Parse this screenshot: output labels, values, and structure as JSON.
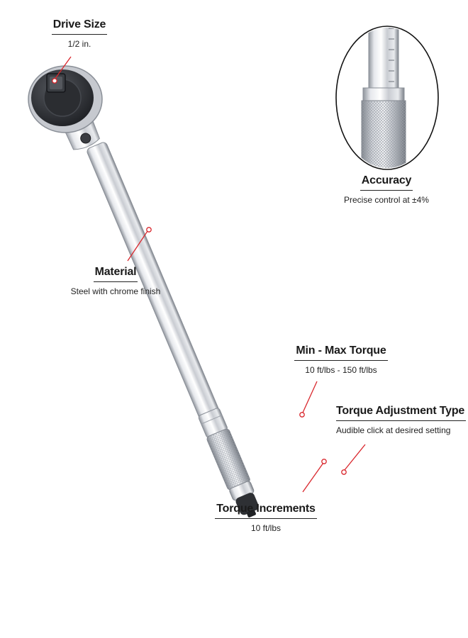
{
  "specs": {
    "drive_size": {
      "title": "Drive Size",
      "value": "1/2 in."
    },
    "accuracy": {
      "title": "Accuracy",
      "value": "Precise control at ±4%"
    },
    "material": {
      "title": "Material",
      "value": "Steel with chrome finish"
    },
    "min_max_torque": {
      "title": "Min - Max Torque",
      "value": "10 ft/lbs - 150 ft/lbs"
    },
    "adjustment_type": {
      "title": "Torque Adjustment Type",
      "value": "Audible click at desired setting"
    },
    "increments": {
      "title": "Torque Increments",
      "value": "10 ft/lbs"
    }
  },
  "colors": {
    "callout_line": "#d9262c",
    "chrome_light": "#f4f5f7",
    "chrome_dark": "#8f949c",
    "ratchet_head": "#2b2d31"
  },
  "product": "torque-wrench"
}
